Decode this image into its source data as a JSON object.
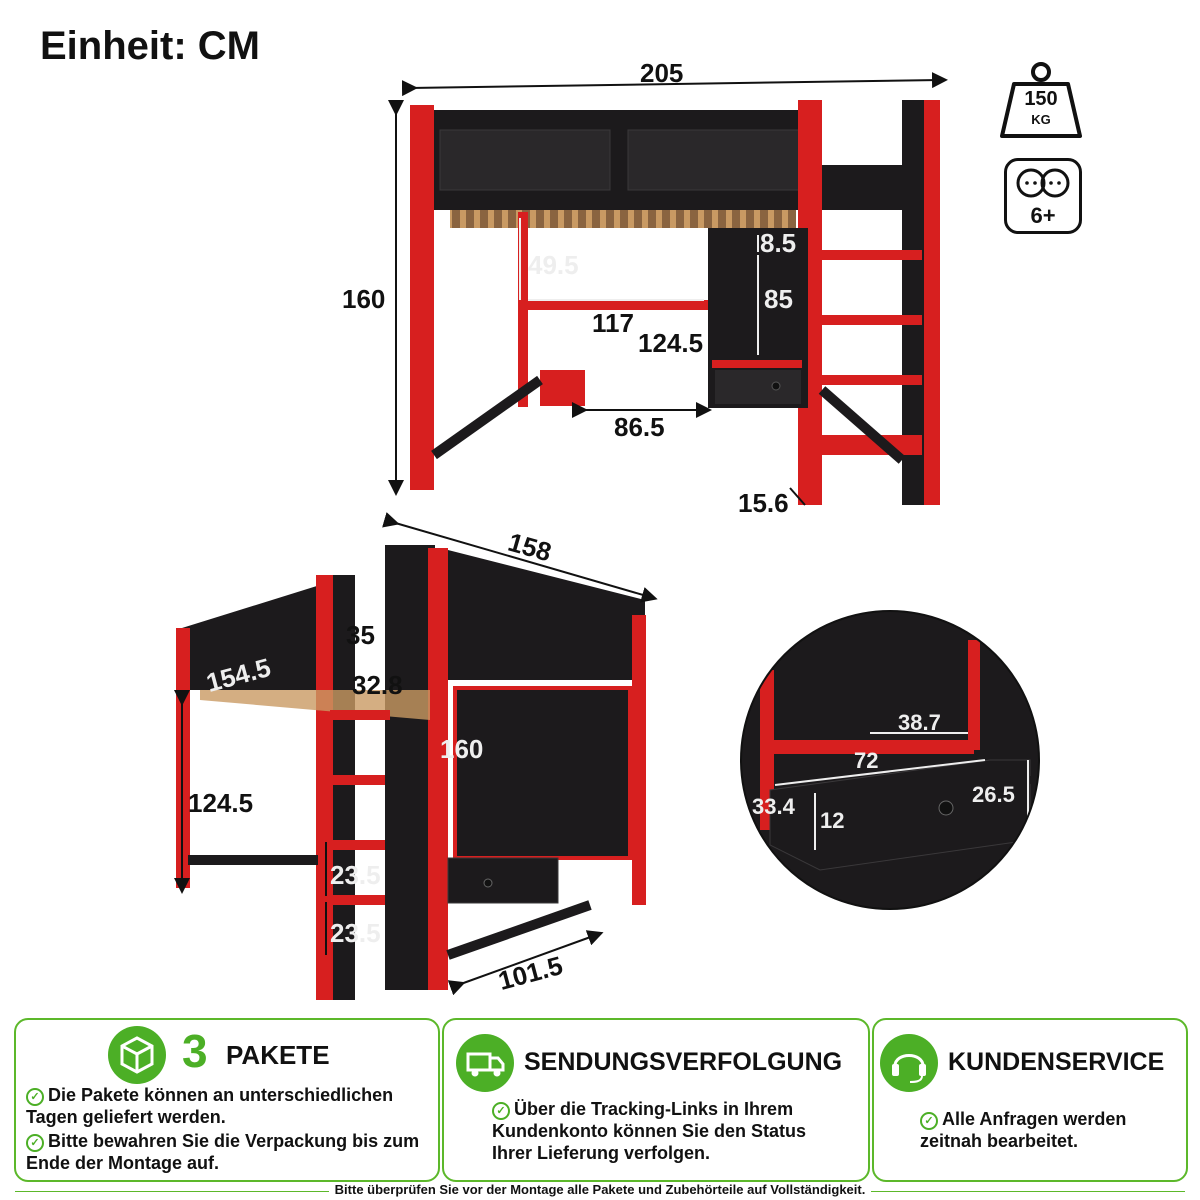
{
  "unit_label": "Einheit: CM",
  "weight_icon": {
    "value": "150",
    "unit": "KG"
  },
  "age_icon": {
    "label": "6+"
  },
  "front_view": {
    "dims": {
      "width": "205",
      "height": "160",
      "desk_height_gap": "49.5",
      "shelf_top": "8.5",
      "desk_width": "117",
      "cabinet_height": "85",
      "desk_surface": "124.5",
      "knee_space": "86.5",
      "ladder_depth": "15.6"
    }
  },
  "side_view": {
    "dims": {
      "length": "158",
      "rail_width": "35",
      "rail_height": "32.8",
      "bed_length": "154.5",
      "underbed_height": "124.5",
      "total_height": "160",
      "step1": "23.5",
      "step2": "23.5",
      "desk_depth": "101.5"
    }
  },
  "drawer_detail": {
    "dims": {
      "inner_width": "38.7",
      "drawer_width": "72",
      "drawer_depth": "33.4",
      "drawer_height": "12",
      "drawer_front": "26.5"
    }
  },
  "panels": [
    {
      "icon": "package-icon",
      "number": "3",
      "title": "PAKETE",
      "bullets": [
        "Die Pakete können an unterschiedlichen Tagen geliefert werden.",
        "Bitte bewahren Sie die Verpackung bis zum Ende der Montage auf."
      ]
    },
    {
      "icon": "truck-icon",
      "title": "SENDUNGSVERFOLGUNG",
      "bullets": [
        "Über die Tracking-Links in Ihrem Kundenkonto können Sie den Status Ihrer Lieferung verfolgen."
      ]
    },
    {
      "icon": "headset-icon",
      "title": "KUNDENSERVICE",
      "bullets": [
        "Alle Anfragen werden zeitnah bearbeitet."
      ]
    }
  ],
  "footer_note": "Bitte überprüfen Sie vor der Montage alle Pakete und Zubehörteile auf Vollständigkeit.",
  "colors": {
    "frame_red": "#d71f1f",
    "frame_black": "#1c1a1c",
    "slat_wood": "#c99a63",
    "accent_green": "#4caf26"
  }
}
